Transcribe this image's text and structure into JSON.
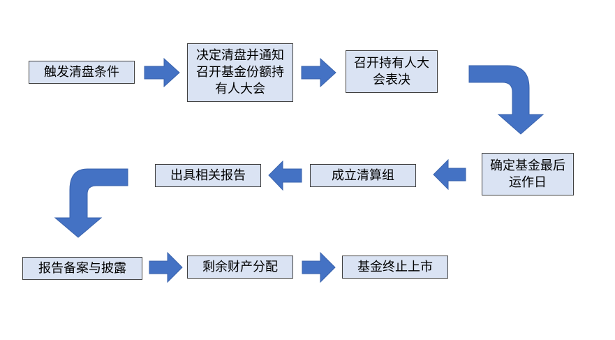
{
  "steps": [
    {
      "id": "s1",
      "text": "触发清盘条件"
    },
    {
      "id": "s2",
      "text": "决定清盘并通知召开基金份额持有人大会"
    },
    {
      "id": "s3",
      "text": "召开持有人大会表决"
    },
    {
      "id": "s4",
      "text": "确定基金最后运作日"
    },
    {
      "id": "s5",
      "text": "成立清算组"
    },
    {
      "id": "s6",
      "text": "出具相关报告"
    },
    {
      "id": "s7",
      "text": "报告备案与披露"
    },
    {
      "id": "s8",
      "text": "剩余财产分配"
    },
    {
      "id": "s9",
      "text": "基金终止上市"
    }
  ],
  "colors": {
    "box_fill": "#dae3f3",
    "box_border": "#404040",
    "arrow": "#4472c4"
  }
}
